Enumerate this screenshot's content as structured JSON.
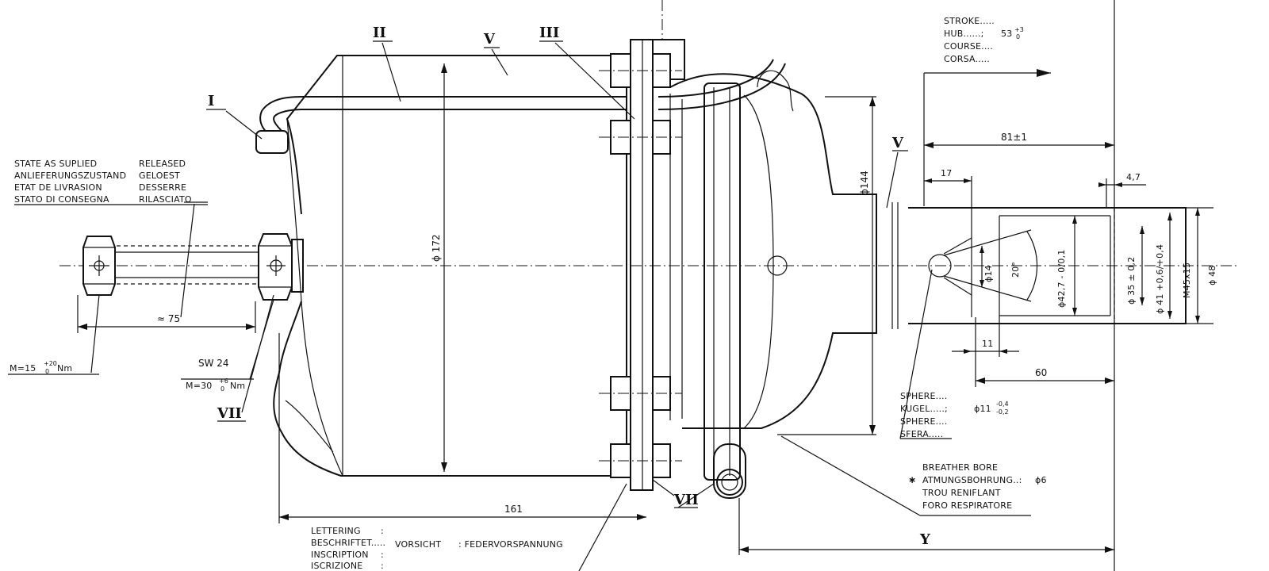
{
  "roman": {
    "i": "I",
    "ii": "II",
    "iii": "III",
    "v": "V",
    "vii": "VII"
  },
  "stroke_block": {
    "stroke": "STROKE.....",
    "hub": "HUB......;",
    "hub_value": "53",
    "hub_tol_upper": "+3",
    "hub_tol_lower": "0",
    "course": "COURSE....",
    "corsa": "CORSA....."
  },
  "state_block": {
    "rows": [
      {
        "label": "STATE AS SUPLIED",
        "value": "RELEASED"
      },
      {
        "label": "ANLIEFERUNGSZUSTAND",
        "value": "GELOEST"
      },
      {
        "label": "ETAT DE LIVRASION",
        "value": "DESSERRE"
      },
      {
        "label": "STATO DI CONSEGNA",
        "value": "RILASCIATO"
      }
    ]
  },
  "dims": {
    "d172": "ϕ 172",
    "d144": "ϕ144",
    "approx75": "≈ 75",
    "d161": "161",
    "d81": "81±1",
    "d17": "17",
    "d4_7": "4,7",
    "d14": "ϕ14",
    "angle20": "20°",
    "d42_7": "ϕ42,7 - 0/0,1",
    "d35": "ϕ 35 ± 0,2",
    "d41": "ϕ 41 +0,6/+0,4",
    "m45": "M45x15",
    "d48": "ϕ 48",
    "d11": "11",
    "d60": "60",
    "y": "Y"
  },
  "torque": {
    "nut_small": "M=15",
    "nut_small_upper": "+20",
    "nut_small_lower": "0",
    "nut_small_unit": "Nm",
    "sw": "SW 24",
    "nut_large": "M=30",
    "nut_large_upper": "+6",
    "nut_large_lower": "0",
    "nut_large_unit": "Nm"
  },
  "sphere_block": {
    "sphere": "SPHERE....",
    "kugel": "KUGEL.....;",
    "value": "ϕ11",
    "tol_upper": "-0,4",
    "tol_lower": "-0,2",
    "sphere_fr": "SPHERE....",
    "sfera": "SFERA....."
  },
  "breather_block": {
    "en": "BREATHER BORE",
    "de": "ATMUNGSBOHRUNG..:",
    "de_value": "ϕ6",
    "fr": "TROU RENIFLANT",
    "it": "FORO RESPIRATORE",
    "star": "∗"
  },
  "lettering_block": {
    "en": "LETTERING",
    "de": "BESCHRIFTET.....",
    "fr": "INSCRIPTION",
    "it": "ISCRIZIONE",
    "colon": ":",
    "vorsicht": "VORSICHT",
    "feder": ":  FEDERVORSPANNUNG"
  }
}
